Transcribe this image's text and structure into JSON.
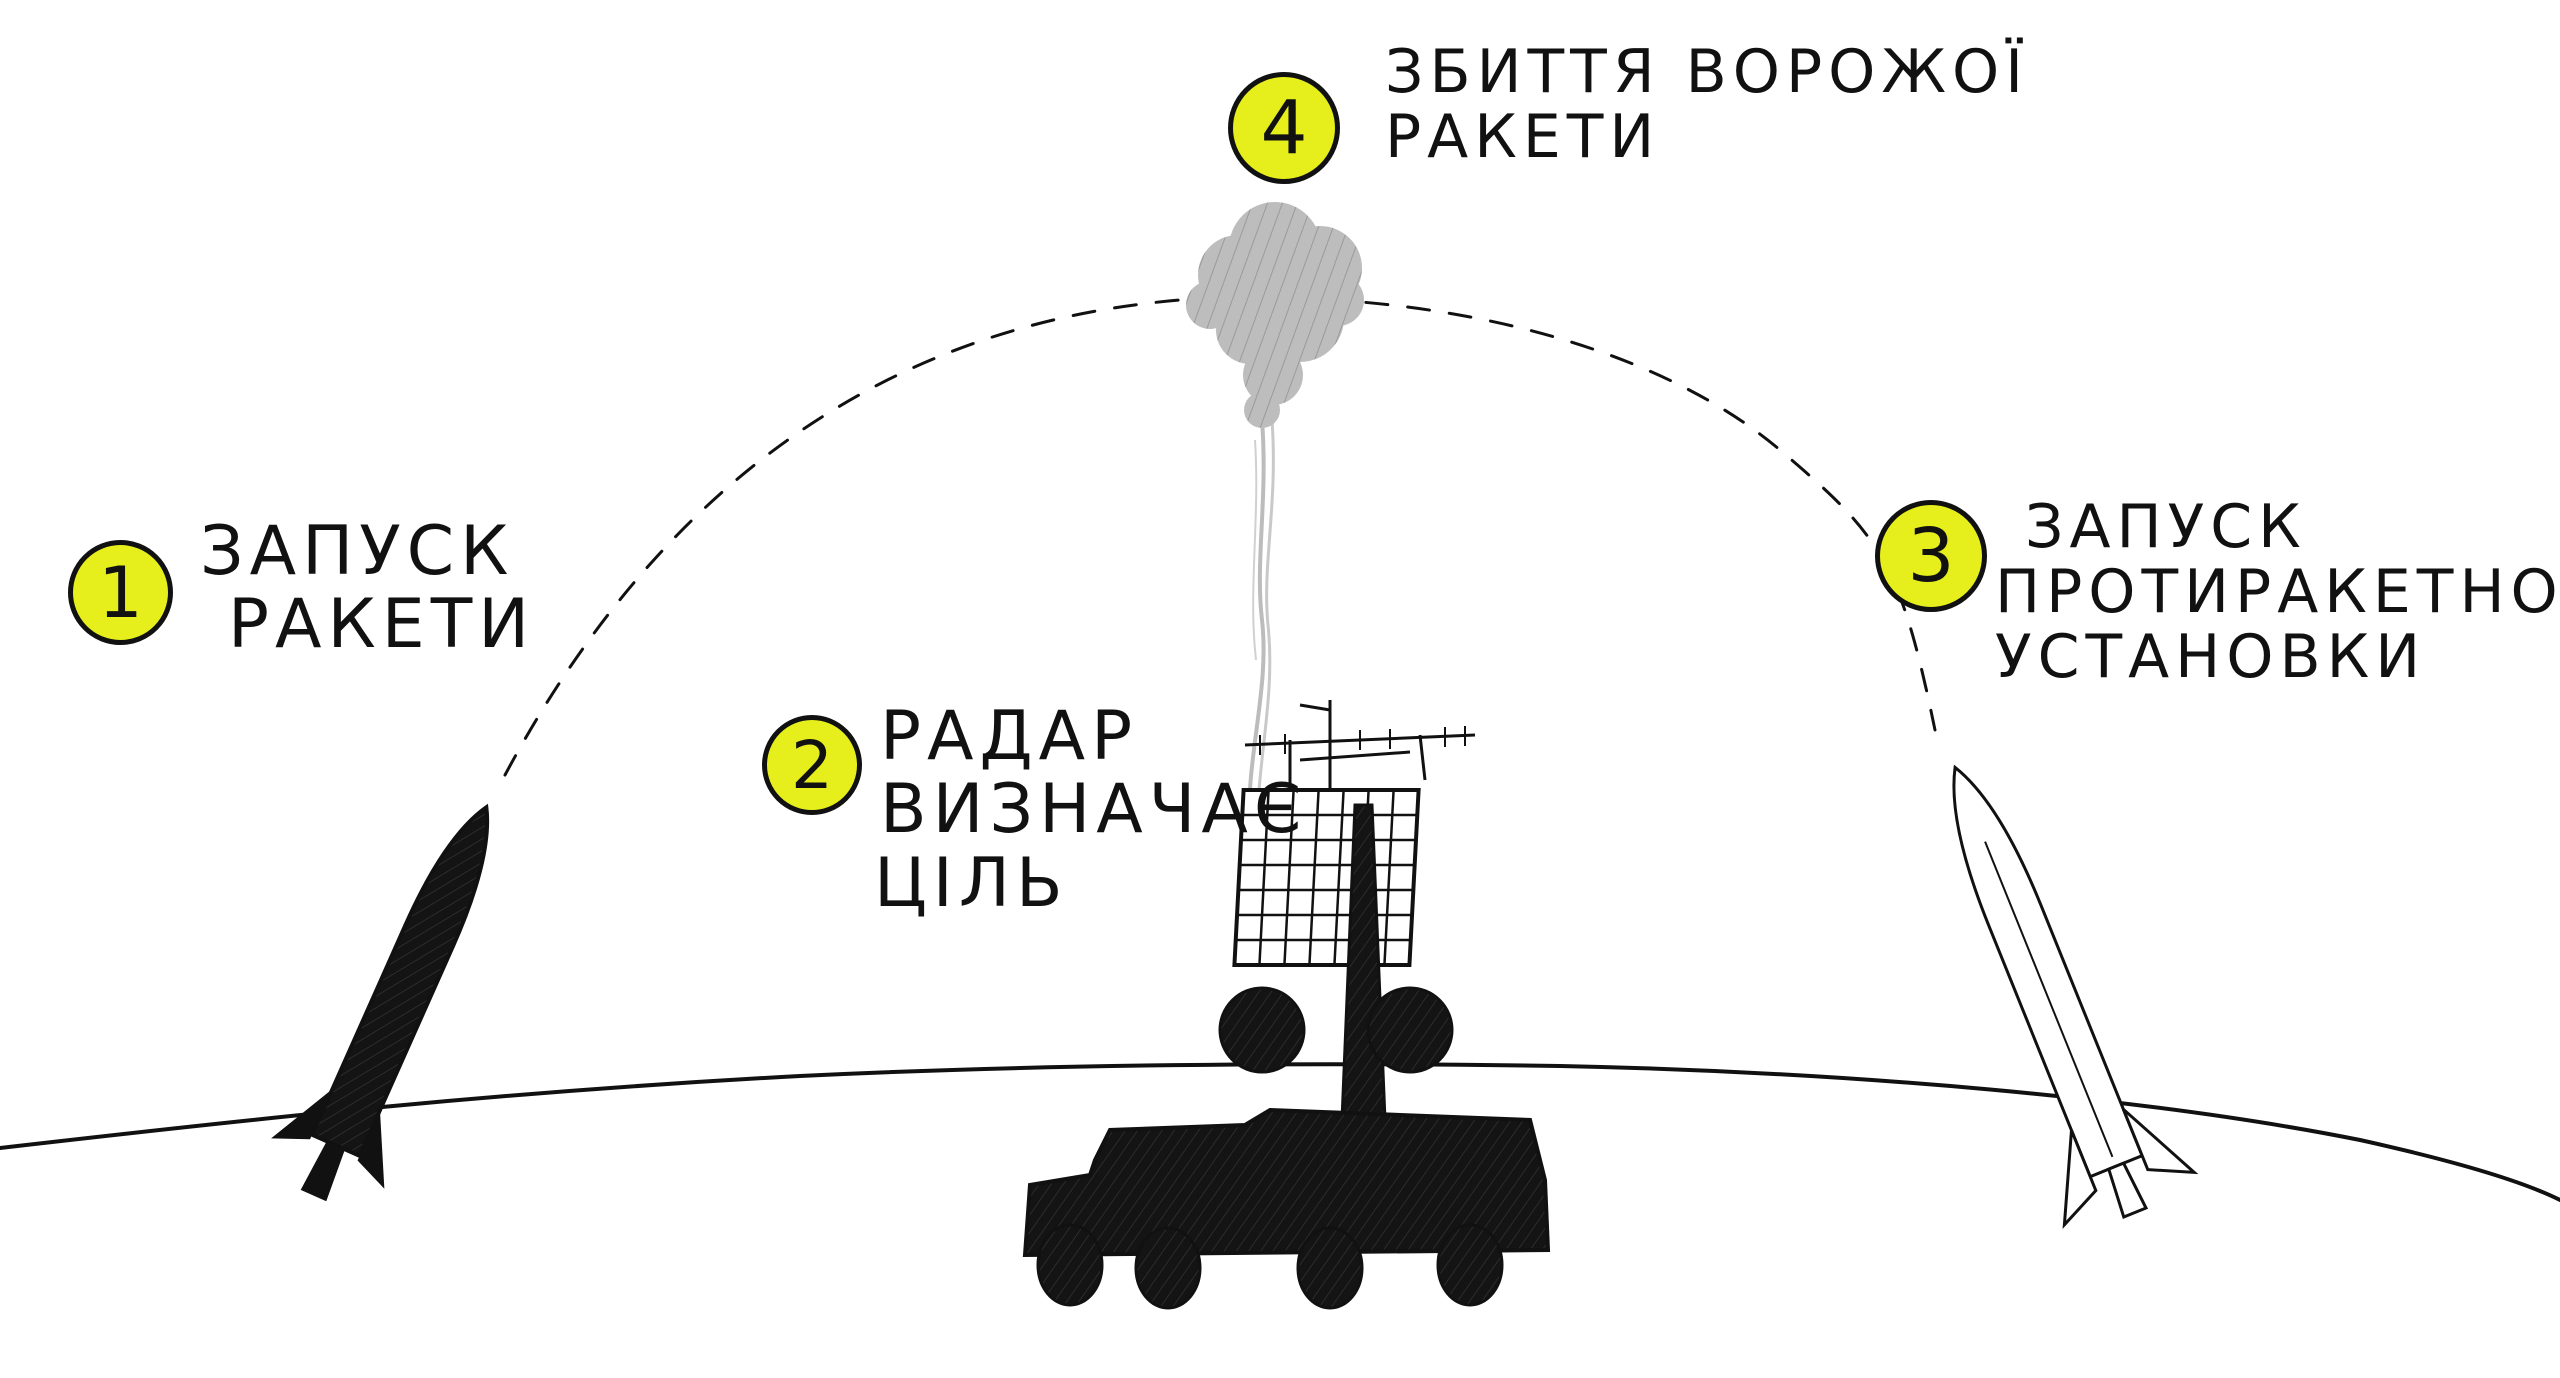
{
  "colors": {
    "badge_fill": "#e6ef1c",
    "ink": "#111111",
    "smoke": "#b5b5b5",
    "paper": "#ffffff"
  },
  "steps": [
    {
      "number": "1",
      "lines": [
        "ЗАПУСК",
        "РАКЕТИ"
      ]
    },
    {
      "number": "2",
      "lines": [
        "РАДАР",
        "ВИЗНАЧАЄ",
        "ЦІЛЬ"
      ]
    },
    {
      "number": "3",
      "lines": [
        "ЗАПУСК",
        "ПРОТИРАКЕТНОЇ",
        "УСТАНОВКИ"
      ]
    },
    {
      "number": "4",
      "lines": [
        "ЗБИТТЯ ВОРОЖОЇ",
        "РАКЕТИ"
      ]
    }
  ],
  "icons": {
    "enemy_missile": "black-missile-icon",
    "radar_vehicle": "radar-truck-icon",
    "interceptor": "white-interceptor-missile-icon",
    "explosion": "smoke-cloud-icon",
    "trajectory": "dashed-arc"
  }
}
